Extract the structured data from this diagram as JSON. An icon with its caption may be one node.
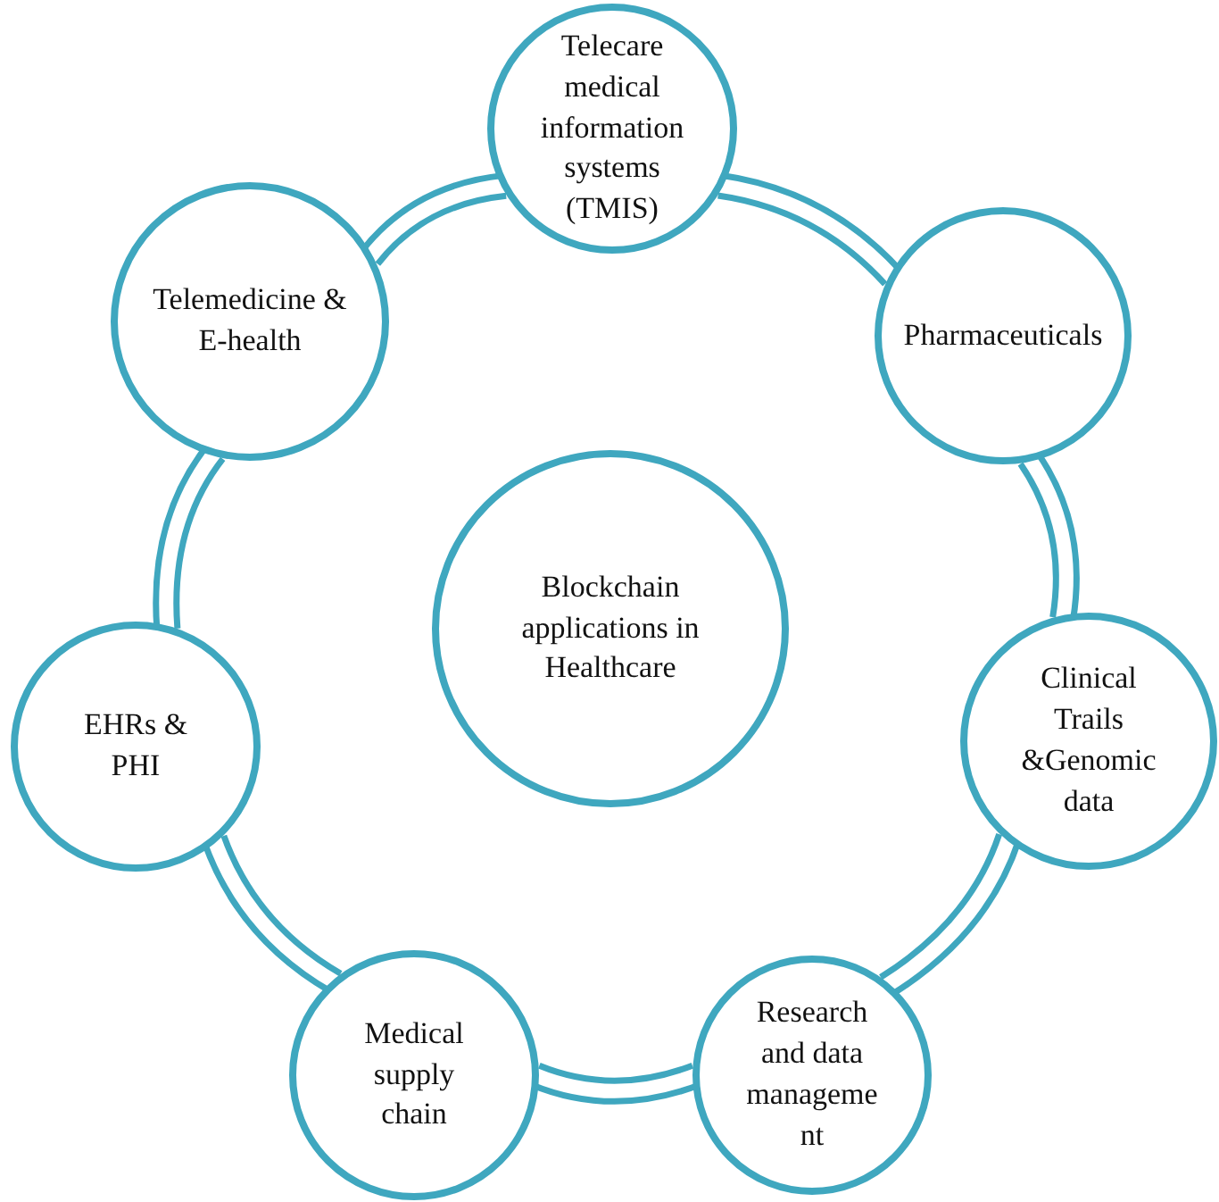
{
  "diagram": {
    "nodes": [
      {
        "text": [
          "Telecare medical information systems (TMIS)"
        ]
      },
      {
        "text": [
          "Pharmaceuticals"
        ]
      },
      {
        "text": [
          "Clinical Trails &Genomic data"
        ]
      },
      {
        "text": [
          "Research and data manageme nt"
        ]
      },
      {
        "text": [
          "Medical supply chain"
        ]
      },
      {
        "text": [
          "EHRs & PHI"
        ]
      },
      {
        "text": [
          "Telemedicine & E-health"
        ]
      },
      {
        "text": [
          "Blockchain applications in Healthcare"
        ]
      }
    ],
    "edges": [
      {
        "from": 0,
        "to": 1,
        "arrow": "none"
      },
      {
        "from": 1,
        "to": 2,
        "arrow": "none"
      },
      {
        "from": 2,
        "to": 3,
        "arrow": "none"
      },
      {
        "from": 3,
        "to": 4,
        "arrow": "none"
      },
      {
        "from": 4,
        "to": 5,
        "arrow": "none"
      },
      {
        "from": 5,
        "to": 6,
        "arrow": "none"
      },
      {
        "from": 6,
        "to": 0,
        "arrow": "none"
      }
    ]
  }
}
